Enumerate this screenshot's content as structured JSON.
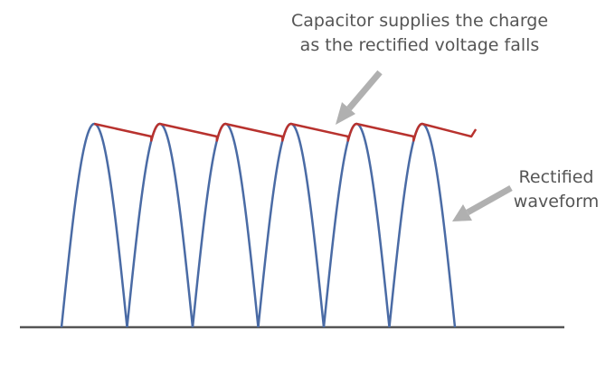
{
  "annotations": {
    "capacitor": {
      "line1": "Capacitor supplies the charge",
      "line2": "as the rectified voltage falls"
    },
    "rectified": {
      "line1": "Rectified",
      "line2": "waveform"
    }
  },
  "waveform": {
    "pulse_count": 6,
    "pulse_shape": "rectified-sine-arch"
  },
  "colors": {
    "rectified_wave": "#4a6ba5",
    "ripple_line": "#b8322e",
    "baseline": "#555555",
    "arrow": "#b0b0b0",
    "text": "#555555"
  },
  "icons": {
    "callout_arrow": "arrow-pointer-icon"
  }
}
